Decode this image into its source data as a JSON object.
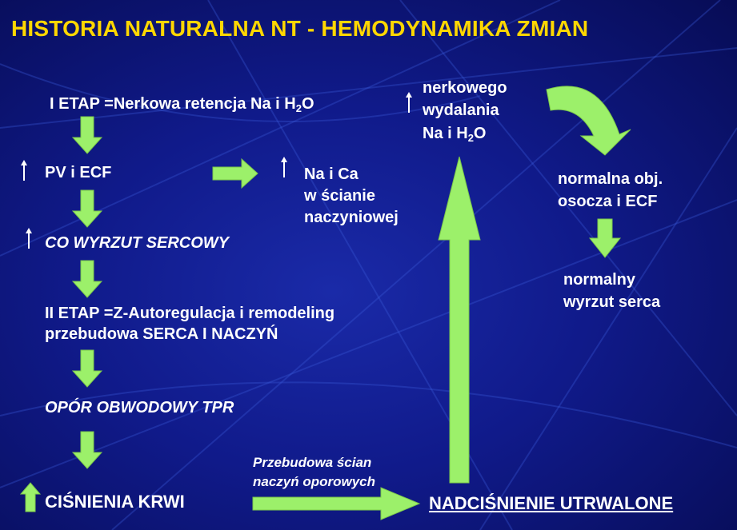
{
  "title": "HISTORIA NATURALNA NT - HEMODYNAMIKA ZMIAN",
  "left_column": {
    "step1_prefix": "I ETAP =Nerkowa retencja Na i H",
    "step1_sub": "2",
    "step1_suffix": "O",
    "pv_ecf": "PV i ECF",
    "co": "CO WYRZUT SERCOWY",
    "step2_line1": "II ETAP =Z-Autoregulacja i remodeling",
    "step2_line2": "przebudowa  SERCA I NACZYŃ",
    "tpr": "OPÓR OBWODOWY TPR",
    "pressure": "CIŚNIENIA KRWI"
  },
  "middle": {
    "na_ca_line1": "Na i  Ca",
    "na_ca_line2": "w ścianie",
    "na_ca_line3": "naczyniowej",
    "remodel_line1": "Przebudowa ścian",
    "remodel_line2": "naczyń oporowych"
  },
  "right": {
    "excretion_line1": "nerkowego",
    "excretion_line2": "wydalania",
    "excretion_line3_prefix": "Na i H",
    "excretion_line3_sub": "2",
    "excretion_line3_suffix": "O",
    "normal_volume_line1": "normalna obj.",
    "normal_volume_line2": "osocza i ECF",
    "normal_output_line1": "normalny",
    "normal_output_line2": "wyrzut serca",
    "established": "NADCIŚNIENIE UTRWALONE"
  },
  "colors": {
    "background": "#0b1270",
    "title": "#ffd700",
    "arrow_fill": "#9cf06a",
    "text": "#ffffff"
  },
  "icons": [
    "up-arrow-icon",
    "down-arrow-icon",
    "right-arrow-icon",
    "curved-arrow-icon"
  ]
}
